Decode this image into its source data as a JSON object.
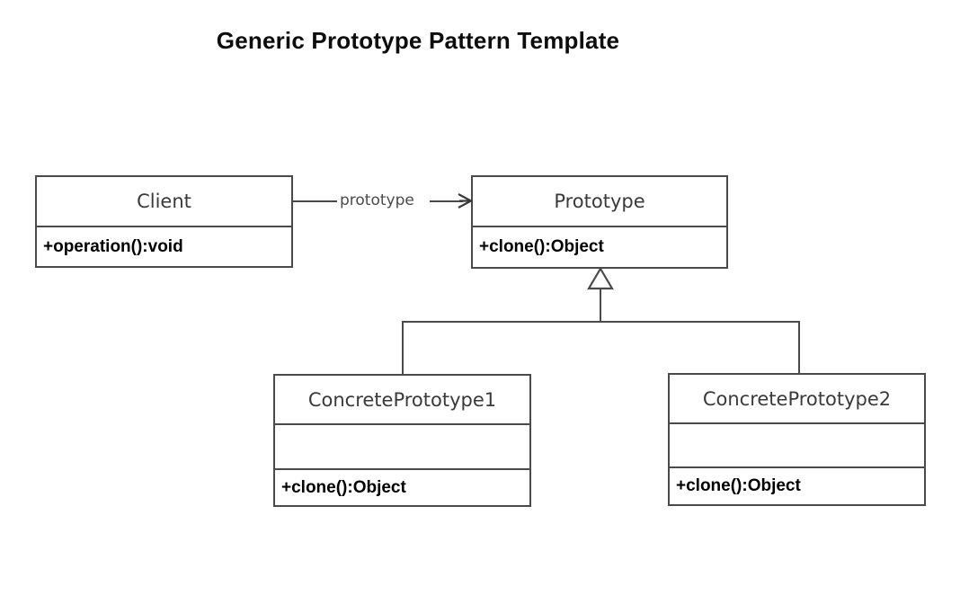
{
  "diagram": {
    "title": "Generic Prototype Pattern Template",
    "type": "uml-class-diagram",
    "background_color": "#ffffff",
    "line_color": "#4a4a4a",
    "name_text_color": "#3a3a3a",
    "member_text_color": "#000000"
  },
  "classes": [
    {
      "id": "client",
      "name": "Client",
      "attributes": [],
      "operations": [
        "+operation():void"
      ],
      "has_empty_attribute_compartment": false
    },
    {
      "id": "prototype",
      "name": "Prototype",
      "attributes": [],
      "operations": [
        "+clone():Object"
      ],
      "has_empty_attribute_compartment": false
    },
    {
      "id": "concrete-prototype-1",
      "name": "ConcretePrototype1",
      "attributes": [
        ""
      ],
      "operations": [
        "+clone():Object"
      ],
      "has_empty_attribute_compartment": true
    },
    {
      "id": "concrete-prototype-2",
      "name": "ConcretePrototype2",
      "attributes": [
        ""
      ],
      "operations": [
        "+clone():Object"
      ],
      "has_empty_attribute_compartment": true
    }
  ],
  "relationships": [
    {
      "id": "client-prototype-association",
      "kind": "association",
      "source": "Client",
      "target": "Prototype",
      "label": "prototype",
      "arrow": "open"
    },
    {
      "id": "generalization-cp1",
      "kind": "generalization",
      "source": "ConcretePrototype1",
      "target": "Prototype",
      "label": "",
      "arrow": "hollow-triangle"
    },
    {
      "id": "generalization-cp2",
      "kind": "generalization",
      "source": "ConcretePrototype2",
      "target": "Prototype",
      "label": "",
      "arrow": "hollow-triangle"
    }
  ]
}
